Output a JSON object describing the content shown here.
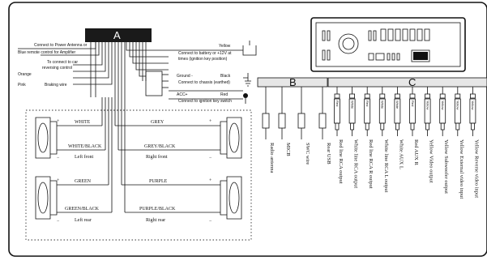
{
  "block_a": {
    "label": "A"
  },
  "block_b": {
    "label": "B"
  },
  "block_c": {
    "label": "C"
  },
  "left_wires": [
    {
      "text": "Connect to Power Antenna or"
    },
    {
      "text": "Blue remote control for Amplifier"
    },
    {
      "text": "To connect to car"
    },
    {
      "text": "reversing control"
    },
    {
      "text": "Orange"
    },
    {
      "text": "Pink"
    },
    {
      "text": "Braking wire"
    }
  ],
  "right_wires": [
    {
      "text": "Yellow"
    },
    {
      "text": "Connect to battery or +12V at"
    },
    {
      "text": "times (ignition key position)"
    },
    {
      "text": "Ground -"
    },
    {
      "text": "Black"
    },
    {
      "text": "Connect to chassis (earthed)"
    },
    {
      "text": "ACC+"
    },
    {
      "text": "Red"
    },
    {
      "text": "Connect to ignition key switch"
    }
  ],
  "speakers": {
    "left_front": {
      "wire1": "WHITE",
      "wire2": "WHITE/BLACK",
      "name": "Left front"
    },
    "left_rear": {
      "wire1": "GREEN",
      "wire2": "GREEN/BLACK",
      "name": "Left rear"
    },
    "right_front": {
      "wire1": "GREY",
      "wire2": "GREY/BLACK",
      "name": "Right front"
    },
    "right_rear": {
      "wire1": "PURPLE",
      "wire2": "PURPLE/BLACK",
      "name": "Right rear"
    }
  },
  "polarity": {
    "plus": "+",
    "minus": "−"
  },
  "b_connectors": [
    {
      "label": "Radio antenna"
    },
    {
      "label": "MICB"
    },
    {
      "label": "SWC wire"
    },
    {
      "label": "Rear USB"
    }
  ],
  "c_connectors": [
    {
      "label": "Red line RCA output"
    },
    {
      "label": "White line RCA output"
    },
    {
      "label": "Red line RCA R output"
    },
    {
      "label": "White line RCA L output"
    },
    {
      "label": "White AUX L"
    },
    {
      "label": "Red AUX R"
    },
    {
      "label": "Yellow Video output"
    },
    {
      "label": "Yellow Subwoofer output"
    },
    {
      "label": "Yellow External video input"
    },
    {
      "label": "Yellow Reverse video input"
    }
  ],
  "plug_tags": [
    "Red",
    "White",
    "Red",
    "White",
    "White",
    "Red",
    "Yellow",
    "Yellow",
    "Yellow",
    "Yellow"
  ]
}
